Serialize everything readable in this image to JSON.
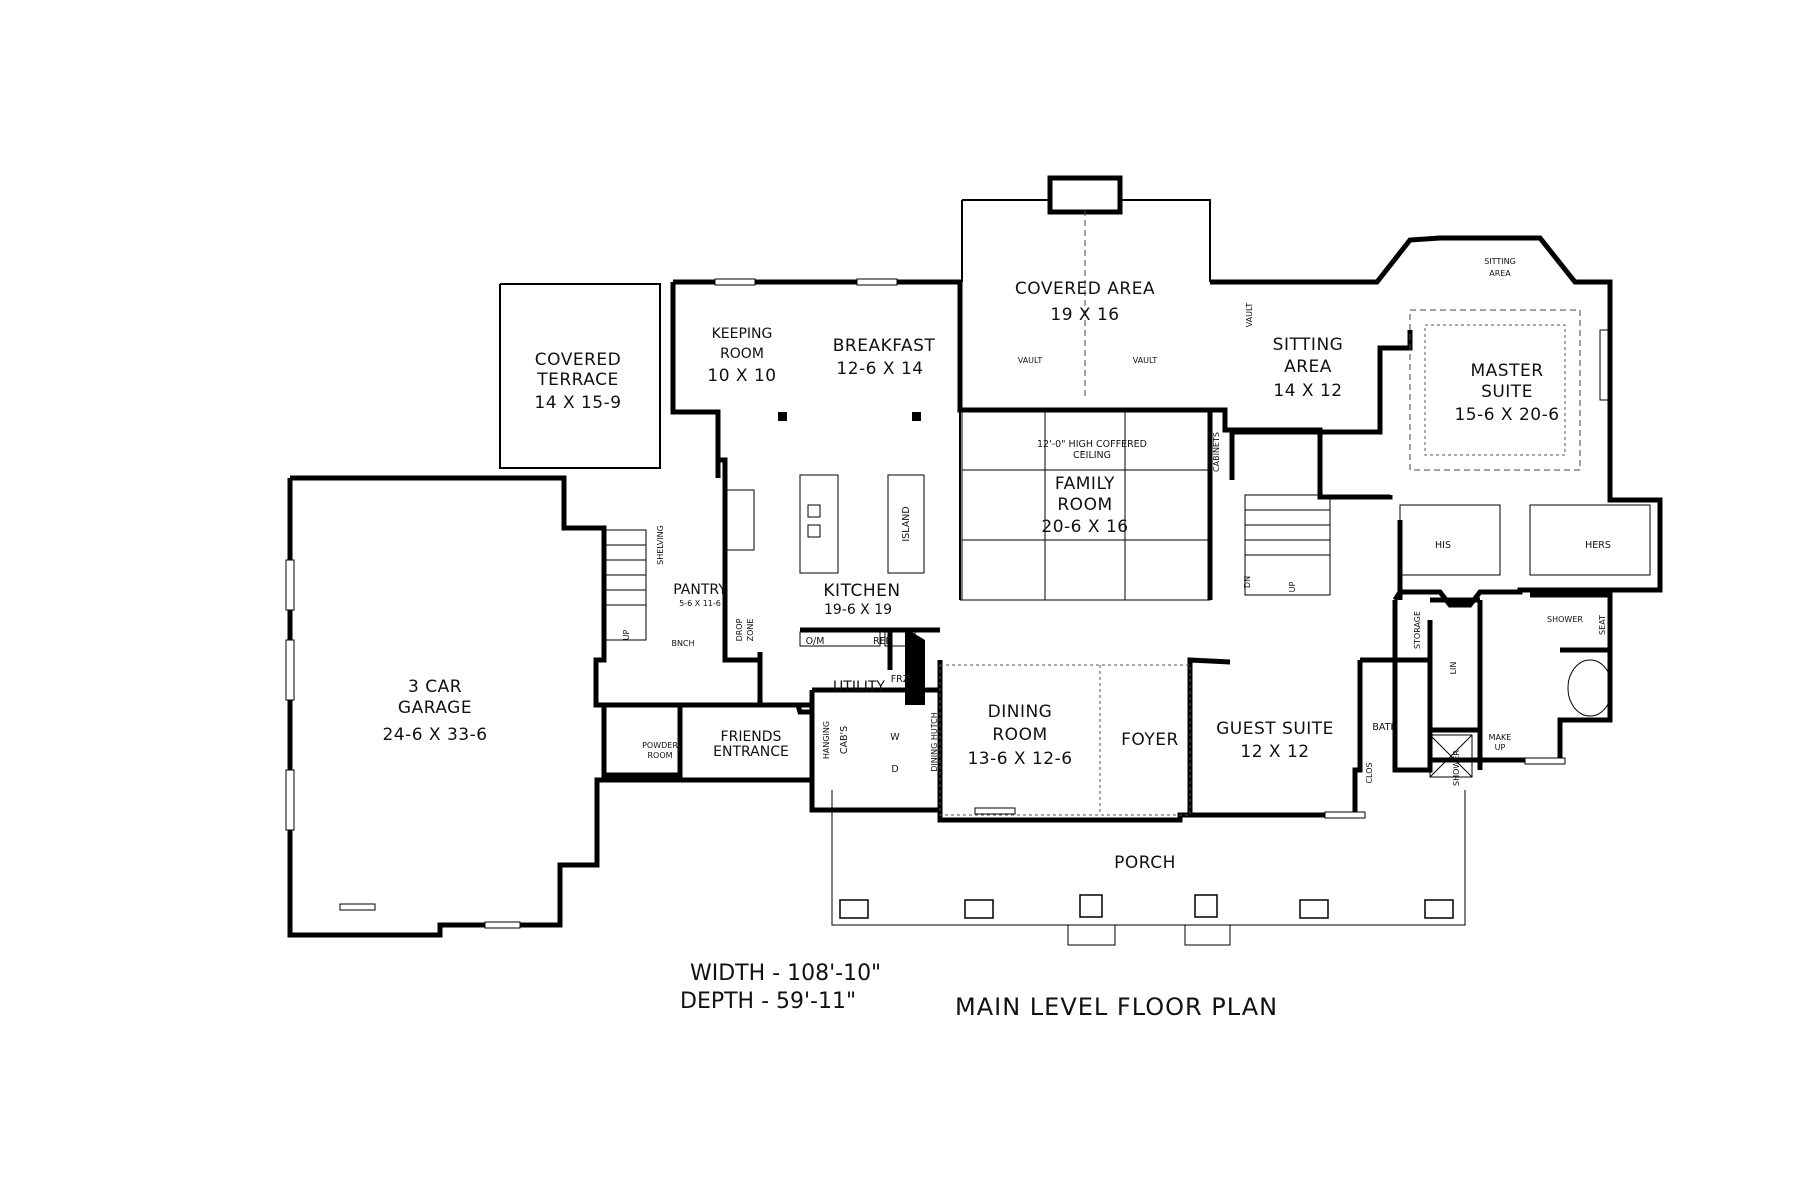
{
  "title": "MAIN LEVEL FLOOR PLAN",
  "dimensions": {
    "width": "WIDTH - 108'-10\"",
    "depth": "DEPTH - 59'-11\""
  },
  "rooms": {
    "covered_terrace": {
      "name1": "COVERED",
      "name2": "TERRACE",
      "size": "14 X 15-9"
    },
    "keeping_room": {
      "name1": "KEEPING",
      "name2": "ROOM",
      "size": "10 X 10"
    },
    "breakfast": {
      "name": "BREAKFAST",
      "size": "12-6 X 14"
    },
    "covered_area": {
      "name": "COVERED   AREA",
      "size": "19 X 16"
    },
    "sitting_area": {
      "name1": "SITTING",
      "name2": "AREA",
      "size": "14 X 12"
    },
    "master_sitting": {
      "name1": "SITTING",
      "name2": "AREA"
    },
    "master_suite": {
      "name1": "MASTER",
      "name2": "SUITE",
      "size": "15-6 X 20-6"
    },
    "family_room": {
      "name1": "FAMILY",
      "name2": "ROOM",
      "size": "20-6 X 16",
      "ceiling1": "12'-0\" HIGH COFFERED",
      "ceiling2": "CEILING"
    },
    "kitchen": {
      "name": "KITCHEN",
      "size": "19-6 X 19",
      "island": "ISLAND"
    },
    "pantry": {
      "name": "PANTRY",
      "size": "5-6 X 11-6",
      "shelving": "SHELVING"
    },
    "garage": {
      "name1": "3 CAR",
      "name2": "GARAGE",
      "size": "24-6 X 33-6"
    },
    "dining_room": {
      "name1": "DINING",
      "name2": "ROOM",
      "size": "13-6 X 12-6",
      "hutch": "DINING HUTCH"
    },
    "foyer": {
      "name": "FOYER"
    },
    "guest_suite": {
      "name": "GUEST SUITE",
      "size": "12 X 12"
    },
    "porch": {
      "name": "PORCH"
    },
    "utility": {
      "name": "UTILITY",
      "cabs": "CAB'S",
      "hanging": "HANGING"
    },
    "friends_entrance": {
      "name1": "FRIENDS",
      "name2": "ENTRANCE"
    },
    "powder_room": {
      "name1": "POWDER",
      "name2": "ROOM"
    }
  },
  "small_labels": {
    "his": "HIS",
    "hers": "HERS",
    "storage": "STORAGE",
    "lin": "LIN",
    "bath": "BATH",
    "clos": "CLOS",
    "shower": "SHOWER",
    "shower2": "SHOWER",
    "seat": "SEAT",
    "makeup1": "MAKE",
    "makeup2": "UP",
    "cabinets": "CABINETS",
    "vault": "VAULT",
    "up": "UP",
    "dn": "DN",
    "bnch": "BNCH",
    "drop1": "DROP",
    "drop2": "ZONE",
    "om": "O/M",
    "ref": "REF",
    "frz": "FRZ",
    "w": "W",
    "d": "D"
  }
}
